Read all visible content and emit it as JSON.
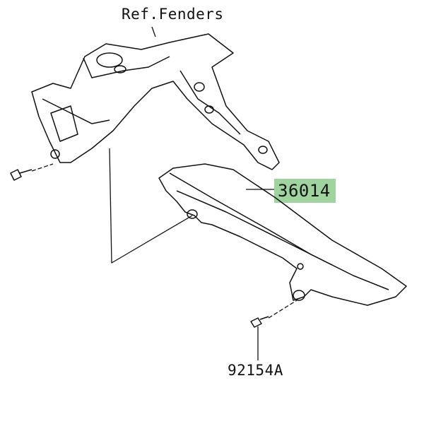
{
  "labels": {
    "ref_fenders": "Ref.Fenders",
    "part_chain_cover": "36014",
    "part_bolt": "92154A"
  },
  "colors": {
    "highlight": "#9fd49f",
    "line": "#111111"
  }
}
